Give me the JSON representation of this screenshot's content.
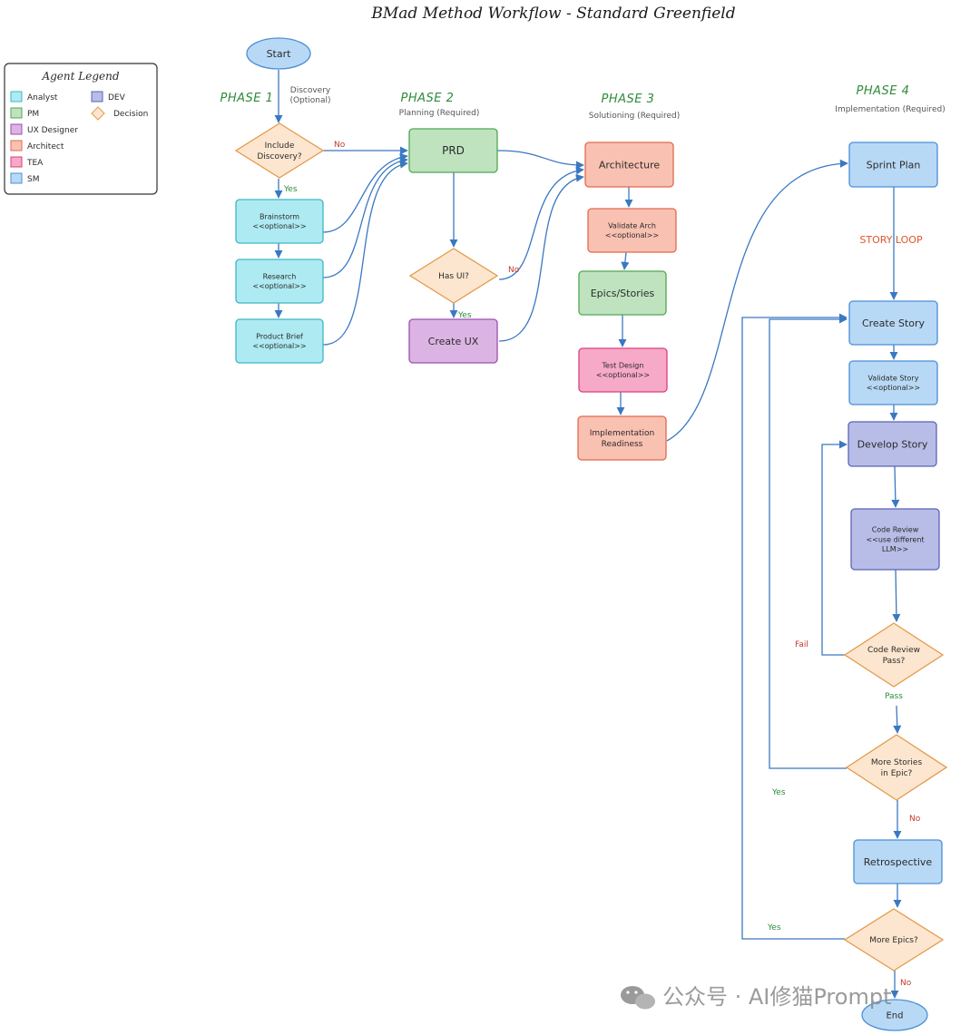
{
  "title": "BMad Method Workflow - Standard Greenfield",
  "colors": {
    "analyst": "#aeeaf2",
    "pm": "#bfe3bf",
    "ux": "#dcb4e4",
    "architect": "#f9c1b2",
    "tea": "#f7a9c8",
    "sm": "#b8d9f5",
    "dev": "#b7bde6",
    "decision": "#fde6cf",
    "edge": "#3a78c2",
    "phase": "#2e8b3a"
  },
  "legend": {
    "title": "Agent Legend",
    "items": [
      {
        "label": "Analyst",
        "role": "analyst"
      },
      {
        "label": "DEV",
        "role": "dev"
      },
      {
        "label": "PM",
        "role": "pm"
      },
      {
        "label": "Decision",
        "role": "decision"
      },
      {
        "label": "UX Designer",
        "role": "ux"
      },
      {
        "label": "Architect",
        "role": "architect"
      },
      {
        "label": "TEA",
        "role": "tea"
      },
      {
        "label": "SM",
        "role": "sm"
      }
    ]
  },
  "phases": [
    {
      "id": "p1",
      "title": "PHASE 1",
      "subtitle": [
        "Discovery",
        "(Optional)"
      ]
    },
    {
      "id": "p2",
      "title": "PHASE 2",
      "subtitle": [
        "Planning (Required)"
      ]
    },
    {
      "id": "p3",
      "title": "PHASE 3",
      "subtitle": [
        "Solutioning (Required)"
      ]
    },
    {
      "id": "p4",
      "title": "PHASE 4",
      "subtitle": [
        "Implementation (Required)"
      ]
    }
  ],
  "nodes": [
    {
      "id": "start",
      "kind": "ellipse",
      "role": "sm",
      "lines": [
        "Start"
      ]
    },
    {
      "id": "include",
      "kind": "diamond",
      "role": "decision",
      "lines": [
        "Include",
        "Discovery?"
      ]
    },
    {
      "id": "brainstorm",
      "kind": "box",
      "role": "analyst",
      "lines": [
        "Brainstorm",
        "<<optional>>"
      ]
    },
    {
      "id": "research",
      "kind": "box",
      "role": "analyst",
      "lines": [
        "Research",
        "<<optional>>"
      ]
    },
    {
      "id": "brief",
      "kind": "box",
      "role": "analyst",
      "lines": [
        "Product Brief",
        "<<optional>>"
      ]
    },
    {
      "id": "prd",
      "kind": "box",
      "role": "pm",
      "lines": [
        "PRD"
      ]
    },
    {
      "id": "hasui",
      "kind": "diamond",
      "role": "decision",
      "lines": [
        "Has UI?"
      ]
    },
    {
      "id": "ux",
      "kind": "box",
      "role": "ux",
      "lines": [
        "Create UX"
      ]
    },
    {
      "id": "arch",
      "kind": "box",
      "role": "architect",
      "lines": [
        "Architecture"
      ]
    },
    {
      "id": "varch",
      "kind": "box",
      "role": "architect",
      "lines": [
        "Validate Arch",
        "<<optional>>"
      ]
    },
    {
      "id": "epics",
      "kind": "box",
      "role": "pm",
      "lines": [
        "Epics/Stories"
      ]
    },
    {
      "id": "test",
      "kind": "box",
      "role": "tea",
      "lines": [
        "Test Design",
        "<<optional>>"
      ]
    },
    {
      "id": "ready",
      "kind": "box",
      "role": "architect",
      "lines": [
        "Implementation",
        "Readiness"
      ]
    },
    {
      "id": "sprint",
      "kind": "box",
      "role": "sm",
      "lines": [
        "Sprint Plan"
      ]
    },
    {
      "id": "create",
      "kind": "box",
      "role": "sm",
      "lines": [
        "Create Story"
      ]
    },
    {
      "id": "vstory",
      "kind": "box",
      "role": "sm",
      "lines": [
        "Validate Story",
        "<<optional>>"
      ]
    },
    {
      "id": "develop",
      "kind": "box",
      "role": "dev",
      "lines": [
        "Develop Story"
      ]
    },
    {
      "id": "review",
      "kind": "box",
      "role": "dev",
      "lines": [
        "Code Review",
        "<<use different",
        "LLM>>"
      ]
    },
    {
      "id": "crpass",
      "kind": "diamond",
      "role": "decision",
      "lines": [
        "Code Review",
        "Pass?"
      ]
    },
    {
      "id": "morestories",
      "kind": "diamond",
      "role": "decision",
      "lines": [
        "More Stories",
        "in Epic?"
      ]
    },
    {
      "id": "retro",
      "kind": "box",
      "role": "sm",
      "lines": [
        "Retrospective"
      ]
    },
    {
      "id": "moreepics",
      "kind": "diamond",
      "role": "decision",
      "lines": [
        "More Epics?"
      ]
    },
    {
      "id": "end",
      "kind": "ellipse",
      "role": "sm",
      "lines": [
        "End"
      ]
    }
  ],
  "edge_labels": {
    "no_discovery": "No",
    "yes_discovery": "Yes",
    "no_ui": "No",
    "yes_ui": "Yes",
    "story_loop": "STORY LOOP",
    "fail": "Fail",
    "pass": "Pass",
    "yes_stories": "Yes",
    "no_stories": "No",
    "yes_epics": "Yes",
    "no_epics": "No"
  },
  "watermark": "公众号 · AI修猫Prompt"
}
